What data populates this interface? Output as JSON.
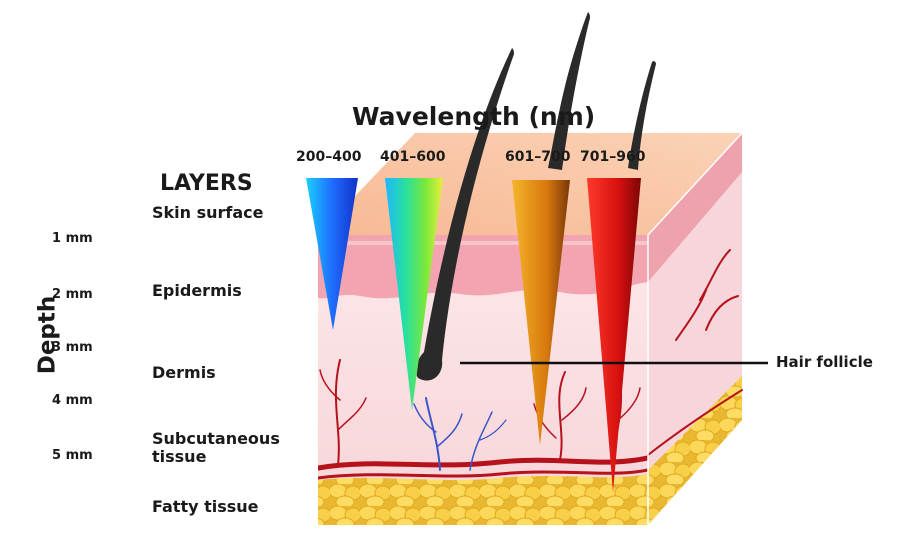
{
  "title": "Wavelength (nm)",
  "wavelength_ranges": [
    {
      "label": "200–400",
      "color": "#1f6dff",
      "depth_mm": 2.8
    },
    {
      "label": "401–600",
      "color": "#33d14a",
      "depth_mm": 4.0
    },
    {
      "label": "601–700",
      "color": "#e08a12",
      "depth_mm": 4.7
    },
    {
      "label": "701–960",
      "color": "#d40f0f",
      "depth_mm": 5.5
    }
  ],
  "layers_heading": "LAYERS",
  "layers": [
    "Skin surface",
    "Epidermis",
    "Dermis",
    "Subcutaneous tissue",
    "Fatty tissue"
  ],
  "depth_axis_label": "Depth",
  "depth_ticks": [
    "1 mm",
    "2 mm",
    "3 mm",
    "4 mm",
    "5 mm"
  ],
  "callout": "Hair follicle",
  "colors": {
    "skin_surface": "#f7bf98",
    "epidermis": "#f2a3ae",
    "dermis": "#fbe3e6",
    "fat": "#f7d34c",
    "vessel_red": "#b5121b",
    "vessel_blue": "#3a55c9",
    "hair": "#2a2a2a"
  }
}
